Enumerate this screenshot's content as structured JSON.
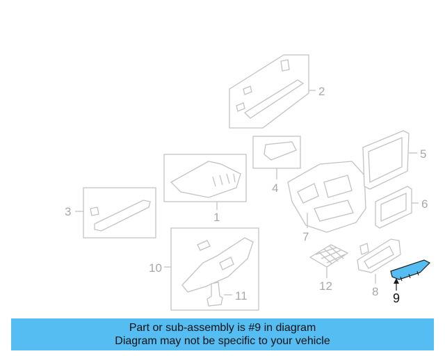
{
  "callouts": {
    "c1": "1",
    "c2": "2",
    "c3": "3",
    "c4": "4",
    "c5": "5",
    "c6": "6",
    "c7": "7",
    "c8": "8",
    "c9": "9",
    "c10": "10",
    "c11": "11",
    "c12": "12"
  },
  "highlight_part": "9",
  "colors": {
    "highlight": "#56bdf2",
    "line": "#c2c2c2",
    "banner": "#56bdf2"
  },
  "banner": {
    "line1": "Part or sub-assembly is #9 in diagram",
    "line2": "Diagram may not be specific to your vehicle"
  }
}
